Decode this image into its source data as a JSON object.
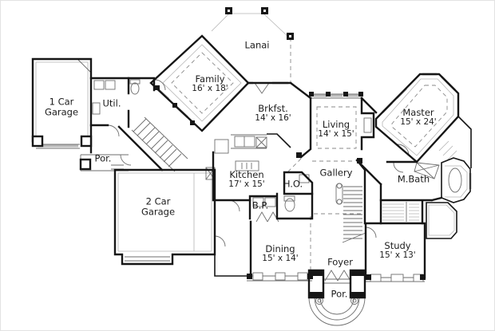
{
  "plan": {
    "rooms": {
      "garage1": {
        "name": "1 Car\nGarage"
      },
      "util": {
        "name": "Util."
      },
      "por_left": {
        "name": "Por."
      },
      "garage2": {
        "name": "2 Car\nGarage"
      },
      "family": {
        "name": "Family",
        "dims": "16' x 18'"
      },
      "lanai": {
        "name": "Lanai"
      },
      "brkfst": {
        "name": "Brkfst.",
        "dims": "14' x 16'"
      },
      "kitchen": {
        "name": "Kitchen",
        "dims": "17' x 15'"
      },
      "ho": {
        "name": "H.O."
      },
      "bp": {
        "name": "B.P."
      },
      "dining": {
        "name": "Dining",
        "dims": "15' x 14'"
      },
      "living": {
        "name": "Living",
        "dims": "14' x 15'"
      },
      "gallery": {
        "name": "Gallery"
      },
      "foyer": {
        "name": "Foyer"
      },
      "por_bottom": {
        "name": "Por."
      },
      "study": {
        "name": "Study",
        "dims": "15' x 13'"
      },
      "master": {
        "name": "Master",
        "dims": "15' x 24'"
      },
      "mbath": {
        "name": "M.Bath"
      }
    },
    "colors": {
      "wall": "#161616",
      "thin": "#6e6e6e",
      "light": "#b5b5b5",
      "dash": "#8a8a8a",
      "window": "#b9b9b9"
    }
  }
}
